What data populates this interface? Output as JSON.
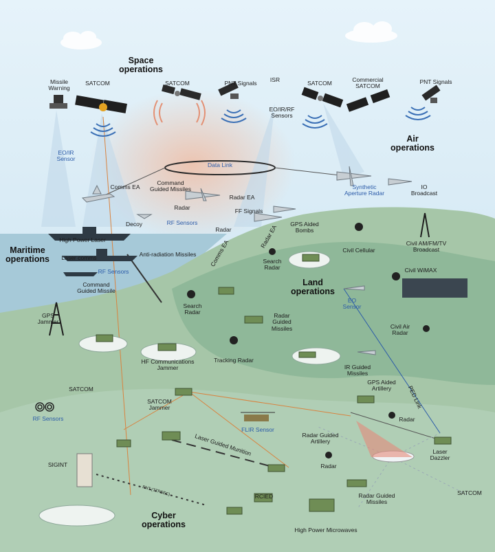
{
  "headings": {
    "space": [
      "Space",
      "operations"
    ],
    "air": [
      "Air",
      "operations"
    ],
    "maritime": [
      "Maritime",
      "operations"
    ],
    "land": [
      "Land",
      "operations"
    ],
    "cyber": [
      "Cyber",
      "operations"
    ]
  },
  "labels": {
    "missile_warning": [
      "Missile",
      "Warning"
    ],
    "satcom_1": "SATCOM",
    "satcom_2": "SATCOM",
    "pnt_signals_1": "PNT Signals",
    "isr": "ISR",
    "satcom_3": "SATCOM",
    "commercial_satcom": [
      "Commercial",
      "SATCOM"
    ],
    "pnt_signals_2": "PNT Signals",
    "eo_ir_rf_sensors": [
      "EO/IR/RF",
      "Sensors"
    ],
    "eo_ir_sensor": [
      "EO/IR",
      "Sensor"
    ],
    "data_link": "Data Link",
    "comms_ea": "Comms EA",
    "command_guided_missiles": [
      "Command",
      "Guided Missiles"
    ],
    "radar_air": "Radar",
    "radar_ea": "Radar EA",
    "synthetic_aperture_radar": [
      "Synthetic",
      "Aperture Radar"
    ],
    "io_broadcast": [
      "IO",
      "Broadcast"
    ],
    "decoy": "Decoy",
    "rf_sensors_air": "RF Sensors",
    "ff_signals": "FF Signals",
    "radar_sea": "Radar",
    "gps_aided_bombs": [
      "GPS Aided",
      "Bombs"
    ],
    "civil_cellular": "Civil Cellular",
    "civil_am_fm_tv": [
      "Civil AM/FM/TV",
      "Broadcast"
    ],
    "high_power_laser": "High Power Laser",
    "laser_comms": "Laser comms",
    "anti_radiation_missiles": "Anti-radiation Missiles",
    "comms_ea_2": "Comms EA",
    "radar_ea_2": "Radar EA",
    "search_radar_1": [
      "Search",
      "Radar"
    ],
    "rf_sensors_sea": "RF Sensors",
    "command_guided_missile": [
      "Command",
      "Guided Missile"
    ],
    "civil_wimax": "Civil WiMAX",
    "eo_sensor": [
      "EO",
      "Sensor"
    ],
    "search_radar_2": [
      "Search",
      "Radar"
    ],
    "radar_guided_missiles_1": [
      "Radar",
      "Guided",
      "Missiles"
    ],
    "gps_jammer": [
      "GPS",
      "Jammer"
    ],
    "civil_air_radar": [
      "Civil Air",
      "Radar"
    ],
    "hf_comms_jammer": [
      "HF Communications",
      "Jammer"
    ],
    "tracking_radar": "Tracking Radar",
    "ir_guided_missiles": [
      "IR Guided",
      "Missiles"
    ],
    "satcom_4": "SATCOM",
    "gps_aided_artillery": [
      "GPS Aided",
      "Artillery"
    ],
    "ped_link": "PED Link",
    "rf_sensors_ground": "RF Sensors",
    "satcom_jammer": [
      "SATCOM",
      "Jammer"
    ],
    "radar_land": "Radar",
    "flir_sensor": "FLIR Sensor",
    "laser_guided_munition": "Laser Guided Munition",
    "radar_guided_artillery": [
      "Radar Guided",
      "Artillery"
    ],
    "laser_dazzler": [
      "Laser",
      "Dazzler"
    ],
    "sigint": "SIGINT",
    "radar_land_2": "Radar",
    "satcom_5": "SATCOM",
    "rcied": "RCIED",
    "radar_guided_missiles_2": [
      "Radar Guided",
      "Missiles"
    ],
    "high_power_microwaves": "High Power Microwaves",
    "pnt_link": "PNT (TTPSEC)"
  },
  "icons": [
    "satellite-icon",
    "aircraft-icon",
    "ship-icon",
    "tank-icon",
    "antenna-tower-icon",
    "radar-dish-icon",
    "uav-icon",
    "building-icon",
    "signal-waves-icon"
  ],
  "colors": {
    "sky": "#d7ebf5",
    "land": "#a9c8ab",
    "sea": "#9fc3d3",
    "label": "#1b1b1b",
    "blue_label": "#2a5aa8",
    "link_orange": "#d9823e",
    "beam_blue": "#b8d3e8"
  }
}
